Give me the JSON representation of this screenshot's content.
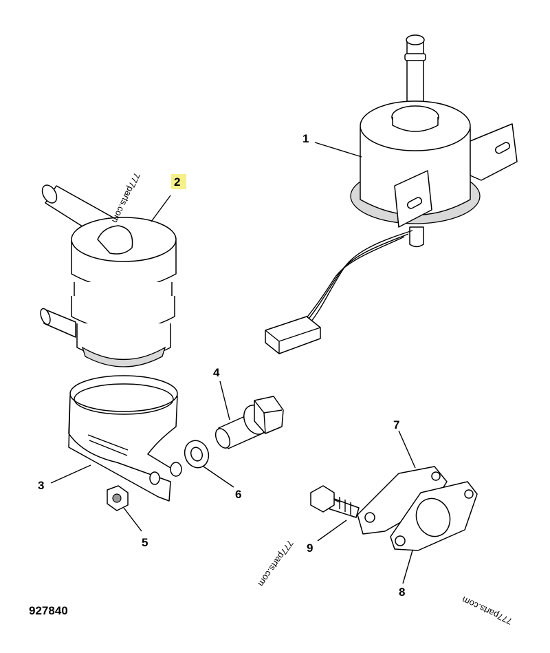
{
  "diagram": {
    "figure_number": "927840",
    "highlight_color": "#f5f08a",
    "callouts": [
      {
        "id": "1",
        "label": "1"
      },
      {
        "id": "2",
        "label": "2",
        "highlighted": true
      },
      {
        "id": "3",
        "label": "3"
      },
      {
        "id": "4",
        "label": "4"
      },
      {
        "id": "5",
        "label": "5"
      },
      {
        "id": "6",
        "label": "6"
      },
      {
        "id": "7",
        "label": "7"
      },
      {
        "id": "8",
        "label": "8"
      },
      {
        "id": "9",
        "label": "9"
      }
    ],
    "watermarks": [
      "777parts.com",
      "777parts.com",
      "777parts.com"
    ]
  }
}
